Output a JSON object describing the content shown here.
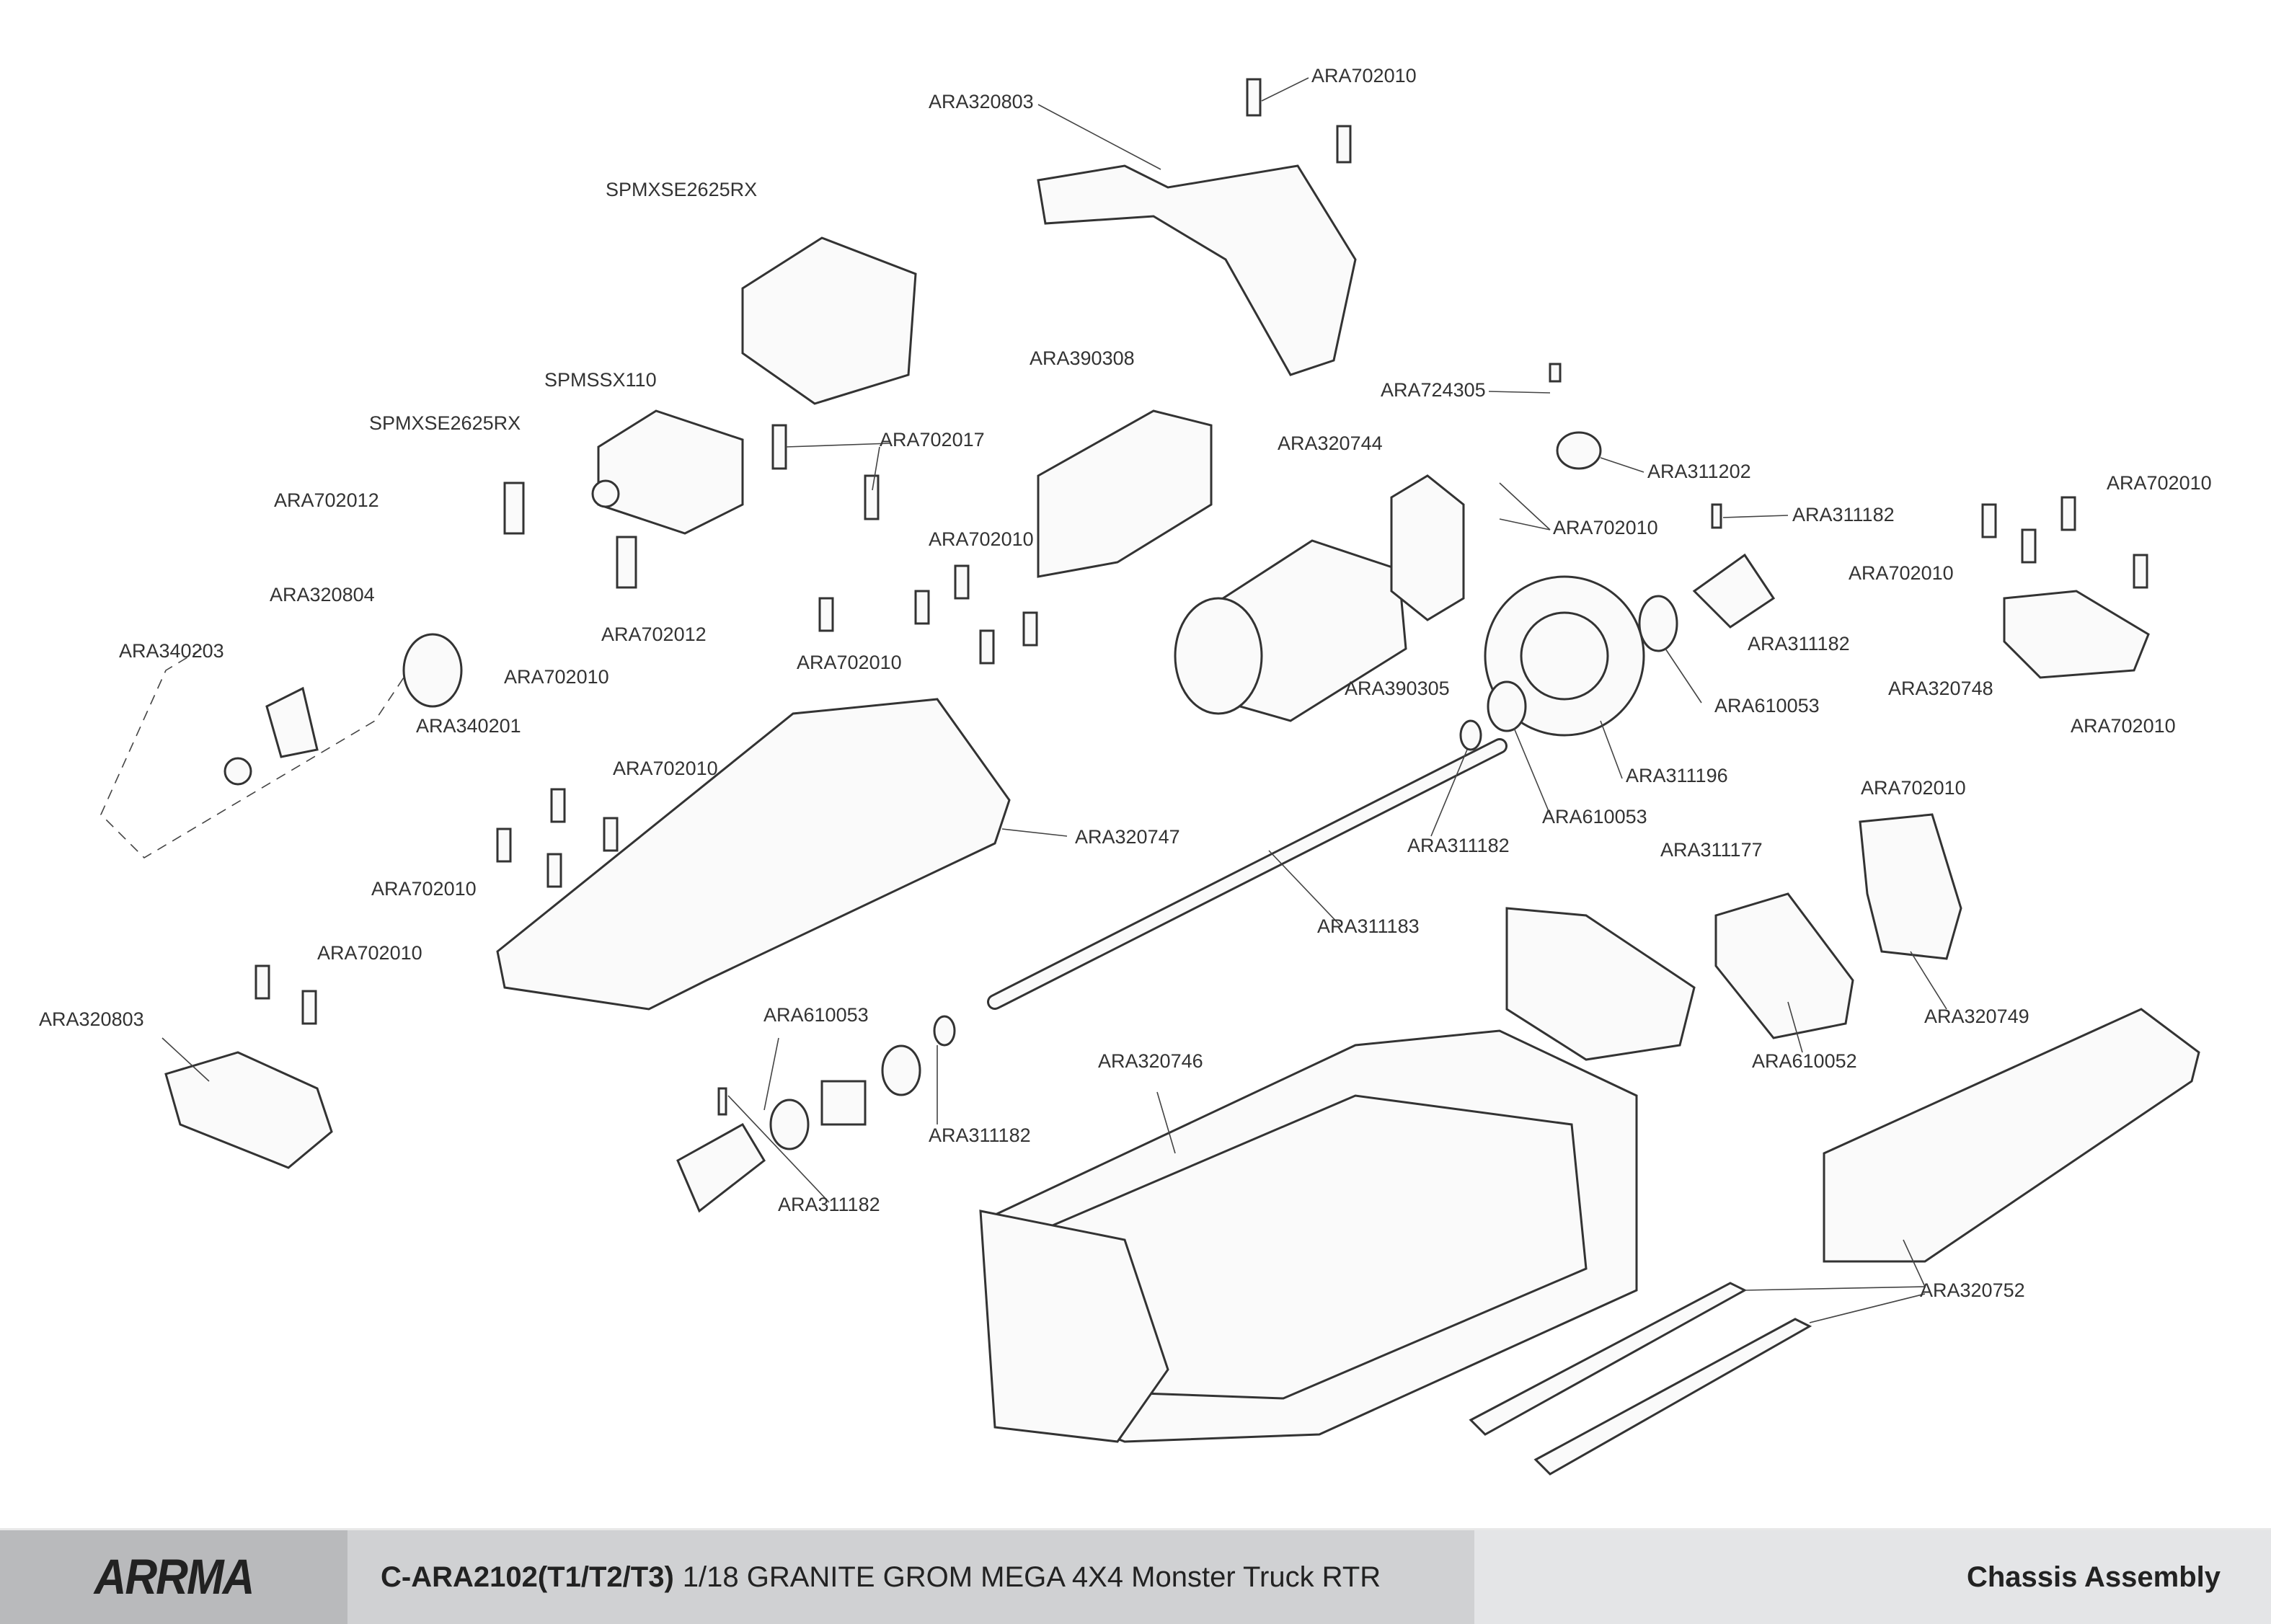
{
  "diagram": {
    "labels": [
      "ARA702010",
      "ARA320803",
      "SPMXSE2625RX",
      "ARA390308",
      "ARA724305",
      "SPMSSX110",
      "SPMXSE2625RX",
      "ARA702017",
      "ARA320744",
      "ARA311202",
      "ARA702010",
      "ARA702012",
      "ARA311182",
      "ARA702010",
      "ARA702010",
      "ARA702010",
      "ARA320804",
      "ARA702012",
      "ARA311182",
      "ARA340203",
      "ARA702010",
      "ARA702010",
      "ARA390305",
      "ARA320748",
      "ARA610053",
      "ARA340201",
      "ARA702010",
      "ARA702010",
      "ARA311196",
      "ARA702010",
      "ARA610053",
      "ARA320747",
      "ARA311182",
      "ARA311177",
      "ARA702010",
      "ARA311183",
      "ARA702010",
      "ARA610053",
      "ARA320749",
      "ARA320803",
      "ARA320746",
      "ARA610052",
      "ARA311182",
      "ARA311182",
      "ARA320752"
    ]
  },
  "footer": {
    "logo": "ARRMA",
    "part_number": "C-ARA2102(T1/T2/T3)",
    "model": "1/18 GRANITE GROM MEGA 4X4 Monster Truck RTR",
    "section": "Chassis Assembly"
  }
}
